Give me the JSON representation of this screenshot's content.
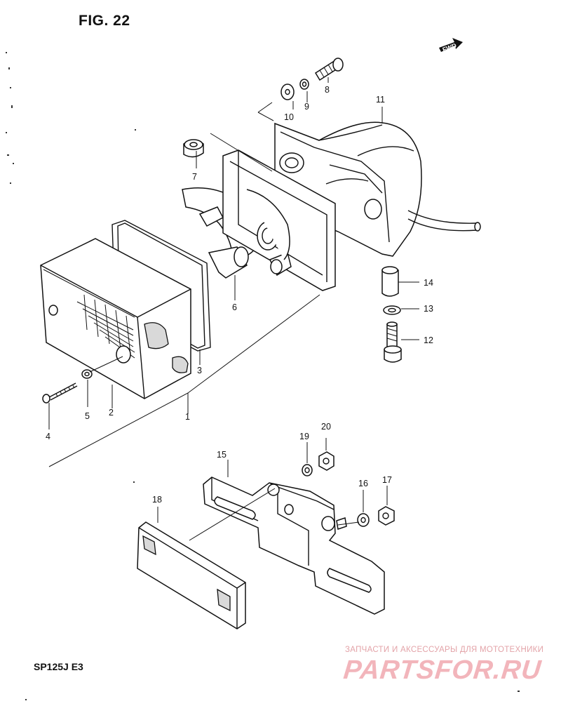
{
  "figure": {
    "title": "FIG. 22",
    "model_code": "SP125J  E3"
  },
  "forward_indicator": {
    "label": "FWD"
  },
  "callouts": [
    "1",
    "2",
    "3",
    "4",
    "5",
    "6",
    "7",
    "8",
    "9",
    "10",
    "11",
    "12",
    "13",
    "14",
    "15",
    "16",
    "17",
    "18",
    "19",
    "20"
  ],
  "watermark": {
    "caption": "ЗАПЧАСТИ И АКСЕССУАРЫ ДЛЯ МОТОТЕХНИКИ",
    "logo": "PARTSFOR.RU",
    "color": "#f2b5bb"
  }
}
